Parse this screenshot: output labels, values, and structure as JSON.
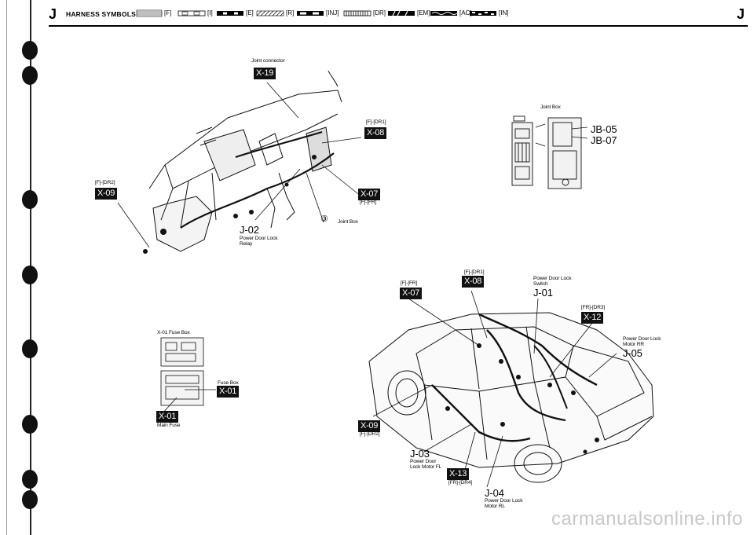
{
  "header": {
    "section_letter": "J",
    "title": "HARNESS SYMBOLS :",
    "symbols": [
      {
        "code": "[F]",
        "pattern": "dense-lines"
      },
      {
        "code": "[I]",
        "pattern": "open-boxes"
      },
      {
        "code": "[E]",
        "pattern": "solid-bars"
      },
      {
        "code": "[R]",
        "pattern": "diagonal"
      },
      {
        "code": "[INJ]",
        "pattern": "boxes-dark"
      },
      {
        "code": "[DR]",
        "pattern": "ticks"
      },
      {
        "code": "[EM]",
        "pattern": "slashes"
      },
      {
        "code": "[AC]",
        "pattern": "wave"
      },
      {
        "code": "[IN]",
        "pattern": "checker"
      }
    ]
  },
  "dashboard": {
    "joint_connector_label": "Joint connector",
    "x19": "X-19",
    "f_dr1_label": "[F]-[DR1]",
    "x08": "X-08",
    "f_dr2_label": "[F]-[DR2]",
    "x09": "X-09",
    "x07": "X-07",
    "f_fr_label": "[F]-[FR]",
    "j02": "J-02",
    "j02_desc_1": "Power Door Lock",
    "j02_desc_2": "Relay",
    "circle_3": "③",
    "joint_box_label": "Joint Box"
  },
  "joint_box": {
    "title": "Joint Box",
    "jb05": "JB-05",
    "jb07": "JB-07"
  },
  "fuse": {
    "x01_fuse_box_label": "X-01 Fuse Box",
    "fuse_box_label": "Fuse Box",
    "x01_a": "X-01",
    "x01_b": "X-01",
    "main_fuse_label": "Main Fuse"
  },
  "car": {
    "f_dr1_label": "[F]-[DR1]",
    "x08": "X-08",
    "f_fr_label": "[F]-[FR]",
    "x07": "X-07",
    "pdl_switch_1": "Power Door Lock",
    "pdl_switch_2": "Switch",
    "j01": "J-01",
    "fr_dr3_label": "[FR]-[DR3]",
    "x12": "X-12",
    "motor_rr_1": "Power Door Lock",
    "motor_rr_2": "Motor RR",
    "j05": "J-05",
    "x09": "X-09",
    "f_dr2_label": "[F]-[DR2]",
    "j03": "J-03",
    "motor_fl_1": "Power Door",
    "motor_fl_2": "Lock Motor FL",
    "x13": "X-13",
    "fr_dr4_label": "[FR]-[DR4]",
    "j04": "J-04",
    "motor_rl_1": "Power Door Lock",
    "motor_rl_2": "Motor RL"
  },
  "watermark": "carmanualsonline.info"
}
